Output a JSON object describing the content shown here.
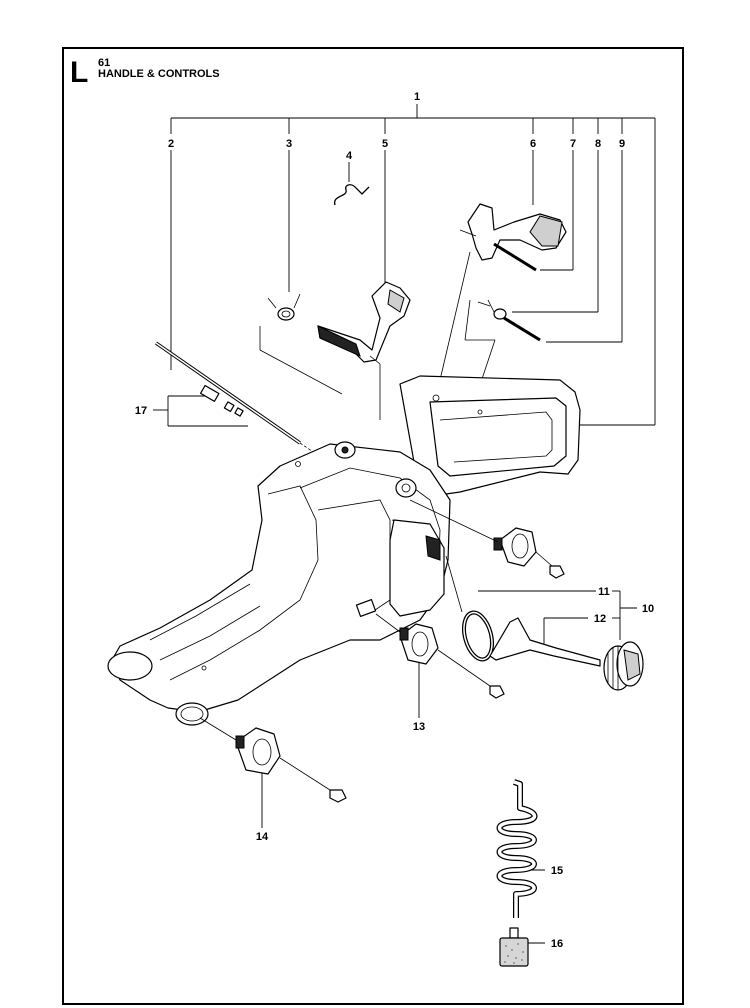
{
  "header": {
    "section_letter": "L",
    "section_number": "61",
    "title": "HANDLE & CONTROLS"
  },
  "callouts": {
    "c1": "1",
    "c2": "2",
    "c3": "3",
    "c4": "4",
    "c5": "5",
    "c6": "6",
    "c7": "7",
    "c8": "8",
    "c9": "9",
    "c10": "10",
    "c11": "11",
    "c12": "12",
    "c13": "13",
    "c14": "14",
    "c15": "15",
    "c16": "16",
    "c17": "17"
  }
}
